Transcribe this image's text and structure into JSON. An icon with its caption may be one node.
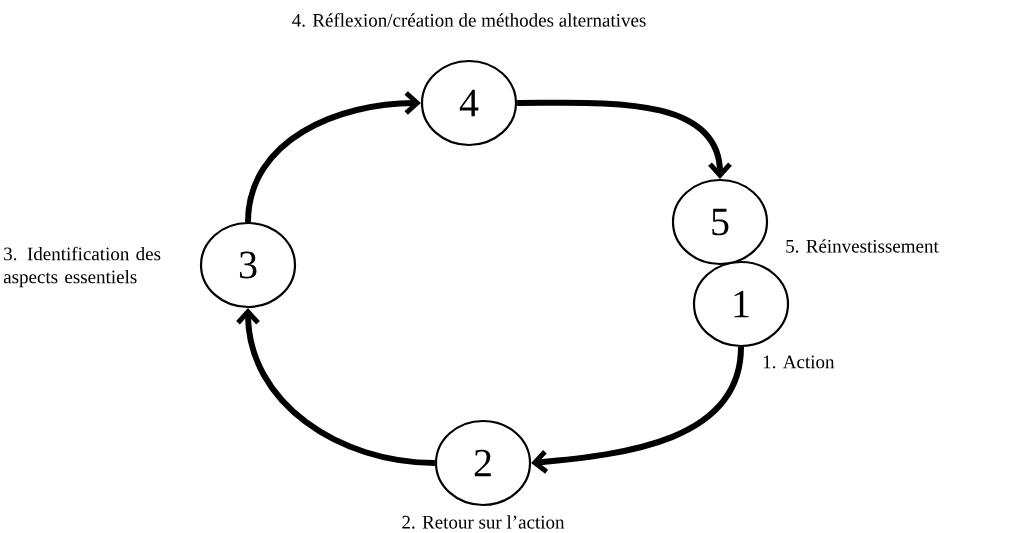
{
  "diagram": {
    "nodes": [
      {
        "text": [
          "1"
        ],
        "beside": [
          "1. Action"
        ]
      },
      {
        "text": [
          "2"
        ],
        "beside": [
          "2. Retour sur l’action"
        ]
      },
      {
        "text": [
          "3"
        ],
        "beside": [
          "3. Identification des aspects essentiels"
        ]
      },
      {
        "text": [
          "4"
        ],
        "beside": [
          "4. Réflexion/création de méthodes alternatives"
        ]
      },
      {
        "text": [
          "5"
        ],
        "beside": [
          "5. Réinvestissement"
        ]
      }
    ],
    "edges": [
      {
        "from": 0,
        "to": 1,
        "arrow": "to"
      },
      {
        "from": 1,
        "to": 2,
        "arrow": "to"
      },
      {
        "from": 2,
        "to": 3,
        "arrow": "to"
      },
      {
        "from": 3,
        "to": 4,
        "arrow": "to"
      }
    ]
  }
}
